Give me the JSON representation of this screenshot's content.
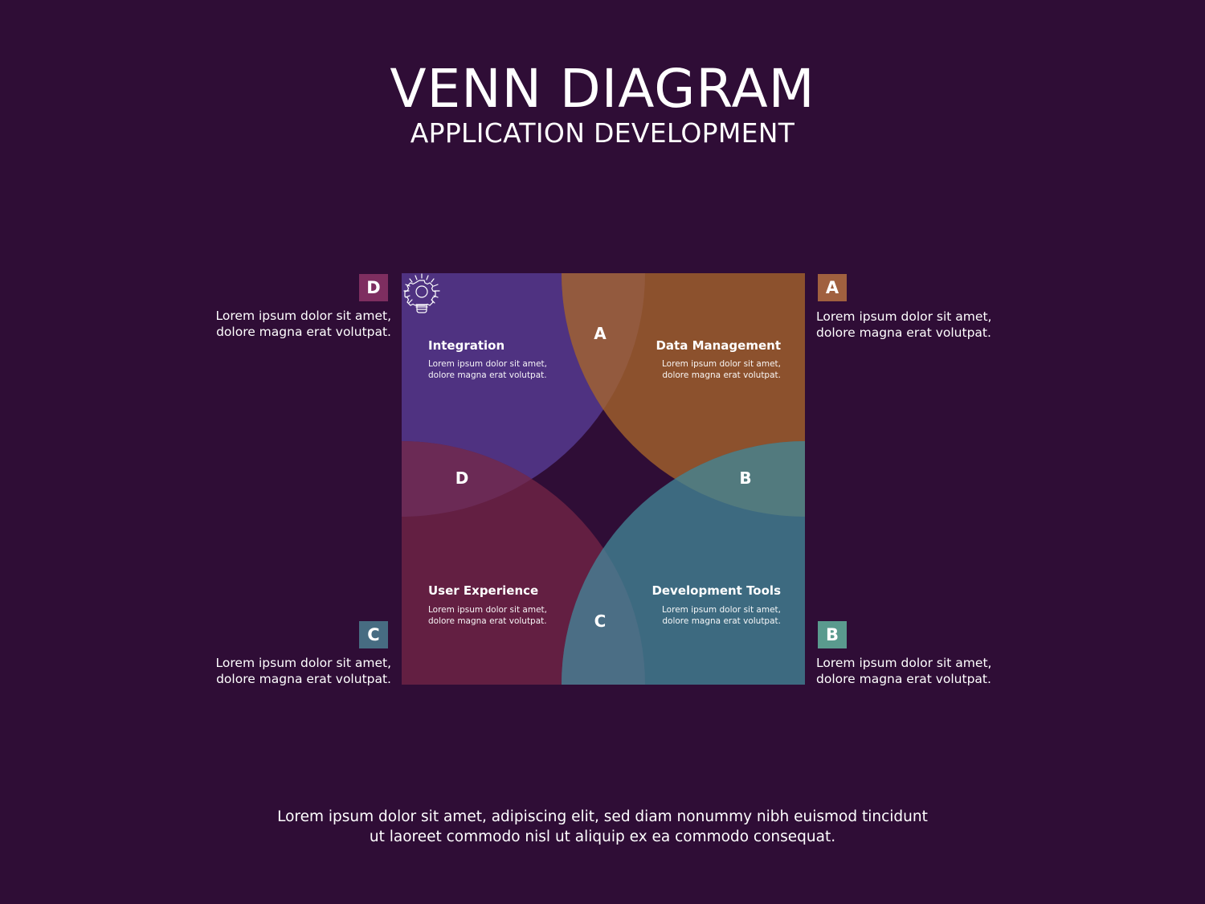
{
  "header": {
    "title": "VENN DIAGRAM",
    "subtitle": "APPLICATION DEVELOPMENT"
  },
  "colors": {
    "background": "#2f0d36",
    "integration": "#4f3281",
    "data_management": "#8c512d",
    "user_experience": "#631f42",
    "development_tools": "#3d6a80",
    "lens_a": "#935a3e",
    "lens_b": "#527a7e",
    "lens_c": "#4b6e85",
    "lens_d": "#6b2a55",
    "badge_a": "#a0603f",
    "badge_b": "#5a9a8e",
    "badge_c": "#476c82",
    "badge_d": "#7e2e60"
  },
  "quadrants": [
    {
      "id": "integration",
      "title": "Integration",
      "desc_line1": "Lorem ipsum dolor sit amet,",
      "desc_line2": "dolore magna erat volutpat."
    },
    {
      "id": "data_management",
      "title": "Data Management",
      "desc_line1": "Lorem ipsum dolor sit amet,",
      "desc_line2": "dolore magna erat volutpat."
    },
    {
      "id": "user_experience",
      "title": "User Experience",
      "desc_line1": "Lorem ipsum dolor sit amet,",
      "desc_line2": "dolore magna erat volutpat."
    },
    {
      "id": "development_tools",
      "title": "Development Tools",
      "desc_line1": "Lorem ipsum dolor sit amet,",
      "desc_line2": "dolore magna erat volutpat."
    }
  ],
  "lenses": {
    "a": "A",
    "b": "B",
    "c": "C",
    "d": "D"
  },
  "center_icon": "lightbulb-gear-icon",
  "side_notes": [
    {
      "badge": "D",
      "line1": "Lorem ipsum dolor sit amet,",
      "line2": "dolore magna erat volutpat."
    },
    {
      "badge": "A",
      "line1": "Lorem ipsum dolor sit amet,",
      "line2": "dolore magna erat volutpat."
    },
    {
      "badge": "C",
      "line1": "Lorem ipsum dolor sit amet,",
      "line2": "dolore magna erat volutpat."
    },
    {
      "badge": "B",
      "line1": "Lorem ipsum dolor sit amet,",
      "line2": "dolore magna erat volutpat."
    }
  ],
  "footer": {
    "line1": "Lorem ipsum dolor sit amet, adipiscing elit, sed diam nonummy nibh euismod tincidunt",
    "line2": "ut laoreet commodo nisl ut aliquip ex ea commodo consequat."
  }
}
